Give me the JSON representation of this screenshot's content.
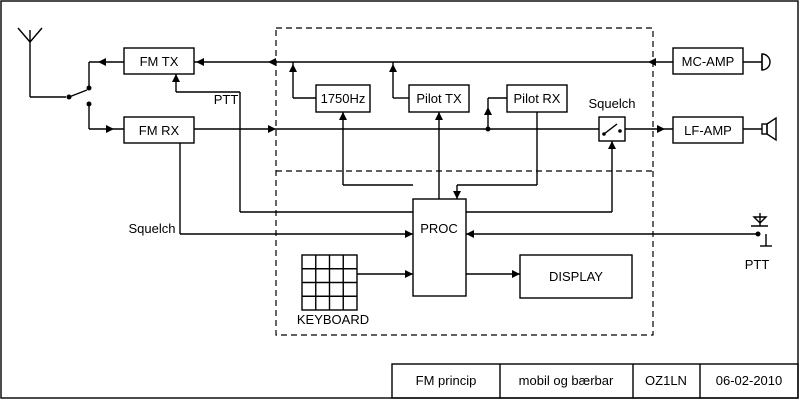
{
  "blocks": {
    "fm_tx": "FM TX",
    "fm_rx": "FM RX",
    "tone_1750": "1750Hz",
    "pilot_tx": "Pilot TX",
    "pilot_rx": "Pilot RX",
    "mc_amp": "MC-AMP",
    "lf_amp": "LF-AMP",
    "proc": "PROC",
    "display": "DISPLAY",
    "keyboard": "KEYBOARD"
  },
  "labels": {
    "ptt_tx": "PTT",
    "squelch_switch": "Squelch",
    "squelch_rx": "Squelch",
    "ptt_button": "PTT"
  },
  "title_block": {
    "title": "FM  princip",
    "subtitle": "mobil og bærbar",
    "author": "OZ1LN",
    "date": "06-02-2010"
  },
  "icons": [
    "antenna-icon",
    "microphone-icon",
    "speaker-icon",
    "ptt-switch-icon",
    "keypad-icon"
  ]
}
